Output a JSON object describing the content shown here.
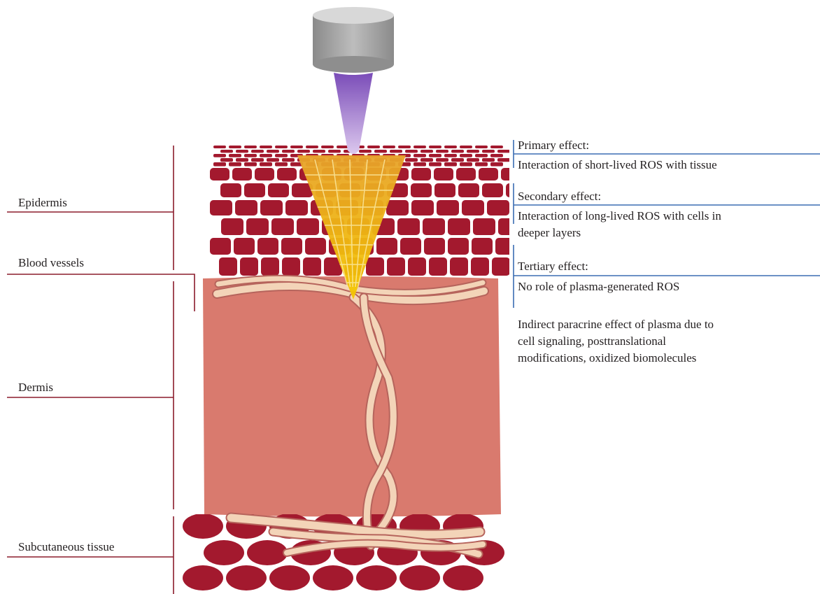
{
  "layers": [
    {
      "key": "epidermis",
      "label": "Epidermis"
    },
    {
      "key": "blood_vessels",
      "label": "Blood vessels"
    },
    {
      "key": "dermis",
      "label": "Dermis"
    },
    {
      "key": "subcutaneous",
      "label": "Subcutaneous tissue"
    }
  ],
  "effects": {
    "primary": {
      "heading": "Primary effect:",
      "description": "Interaction of short-lived ROS with tissue"
    },
    "secondary": {
      "heading": "Secondary effect:",
      "description_line1": "Interaction of long-lived ROS with cells in",
      "description_line2": "deeper layers"
    },
    "tertiary": {
      "heading": "Tertiary effect:",
      "description": "No role of plasma-generated ROS",
      "note_line1": "Indirect paracrine effect of plasma due to",
      "note_line2": "cell signaling, posttranslational",
      "note_line3": "modifications, oxidized biomolecules"
    }
  },
  "colors": {
    "leader_line": "#8b1c2c",
    "effect_line": "#3b6db3",
    "cell": "#a3192e",
    "dermis": "#d97a6e",
    "vessel": "#f3d4b8",
    "plasma_cone": "#f0a820",
    "device": "#9a9a9a",
    "plume": "#8a5cc0"
  }
}
